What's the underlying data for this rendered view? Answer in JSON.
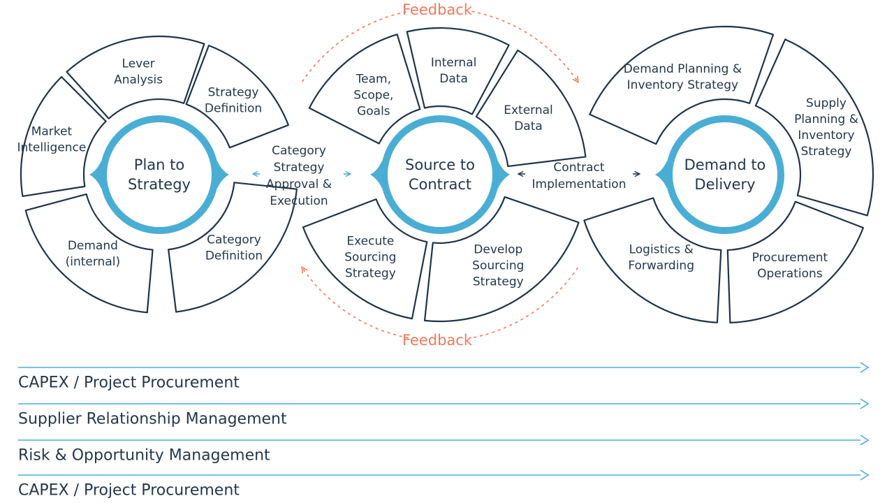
{
  "colors": {
    "segment_stroke": "#1f3447",
    "hub_ring": "#4aaed4",
    "text": "#24384a",
    "feedback": "#ef7a5c",
    "lane_line": "#4aaed4",
    "dark_arrow": "#24384a"
  },
  "wheels": [
    {
      "hub": [
        "Plan to",
        "Strategy"
      ],
      "segments": [
        {
          "lines": [
            "Lever",
            "Analysis"
          ]
        },
        {
          "lines": [
            "Strategy",
            "Definition"
          ]
        },
        {
          "lines": [
            "Category",
            "Definition"
          ]
        },
        {
          "lines": [
            "Demand",
            "(internal)"
          ]
        },
        {
          "lines": [
            "Market",
            "Intelligence"
          ]
        }
      ]
    },
    {
      "hub": [
        "Source to",
        "Contract"
      ],
      "segments": [
        {
          "lines": [
            "Team,",
            "Scope,",
            "Goals"
          ]
        },
        {
          "lines": [
            "Internal",
            "Data"
          ]
        },
        {
          "lines": [
            "External",
            "Data"
          ]
        },
        {
          "lines": [
            "Develop",
            "Sourcing",
            "Strategy"
          ]
        },
        {
          "lines": [
            "Execute",
            "Sourcing",
            "Strategy"
          ]
        }
      ]
    },
    {
      "hub": [
        "Demand to",
        "Delivery"
      ],
      "segments": [
        {
          "lines": [
            "Demand Planning &",
            "Inventory Strategy"
          ]
        },
        {
          "lines": [
            "Supply",
            "Planning &",
            "Inventory",
            "Strategy"
          ]
        },
        {
          "lines": [
            "Procurement",
            "Operations"
          ]
        },
        {
          "lines": [
            "Logistics &",
            "Forwarding"
          ]
        }
      ]
    }
  ],
  "connectors": [
    {
      "lines": [
        "Category",
        "Strategy",
        "Approval &",
        "Execution"
      ],
      "arrow_color": "#4aaed4"
    },
    {
      "lines": [
        "Contract",
        "Implementation"
      ],
      "arrow_color": "#24384a"
    }
  ],
  "feedback": {
    "top": "Feedback",
    "bottom": "Feedback"
  },
  "lanes": [
    "CAPEX / Project Procurement",
    "Supplier Relationship Management",
    "Risk & Opportunity Management",
    "CAPEX / Project Procurement"
  ]
}
